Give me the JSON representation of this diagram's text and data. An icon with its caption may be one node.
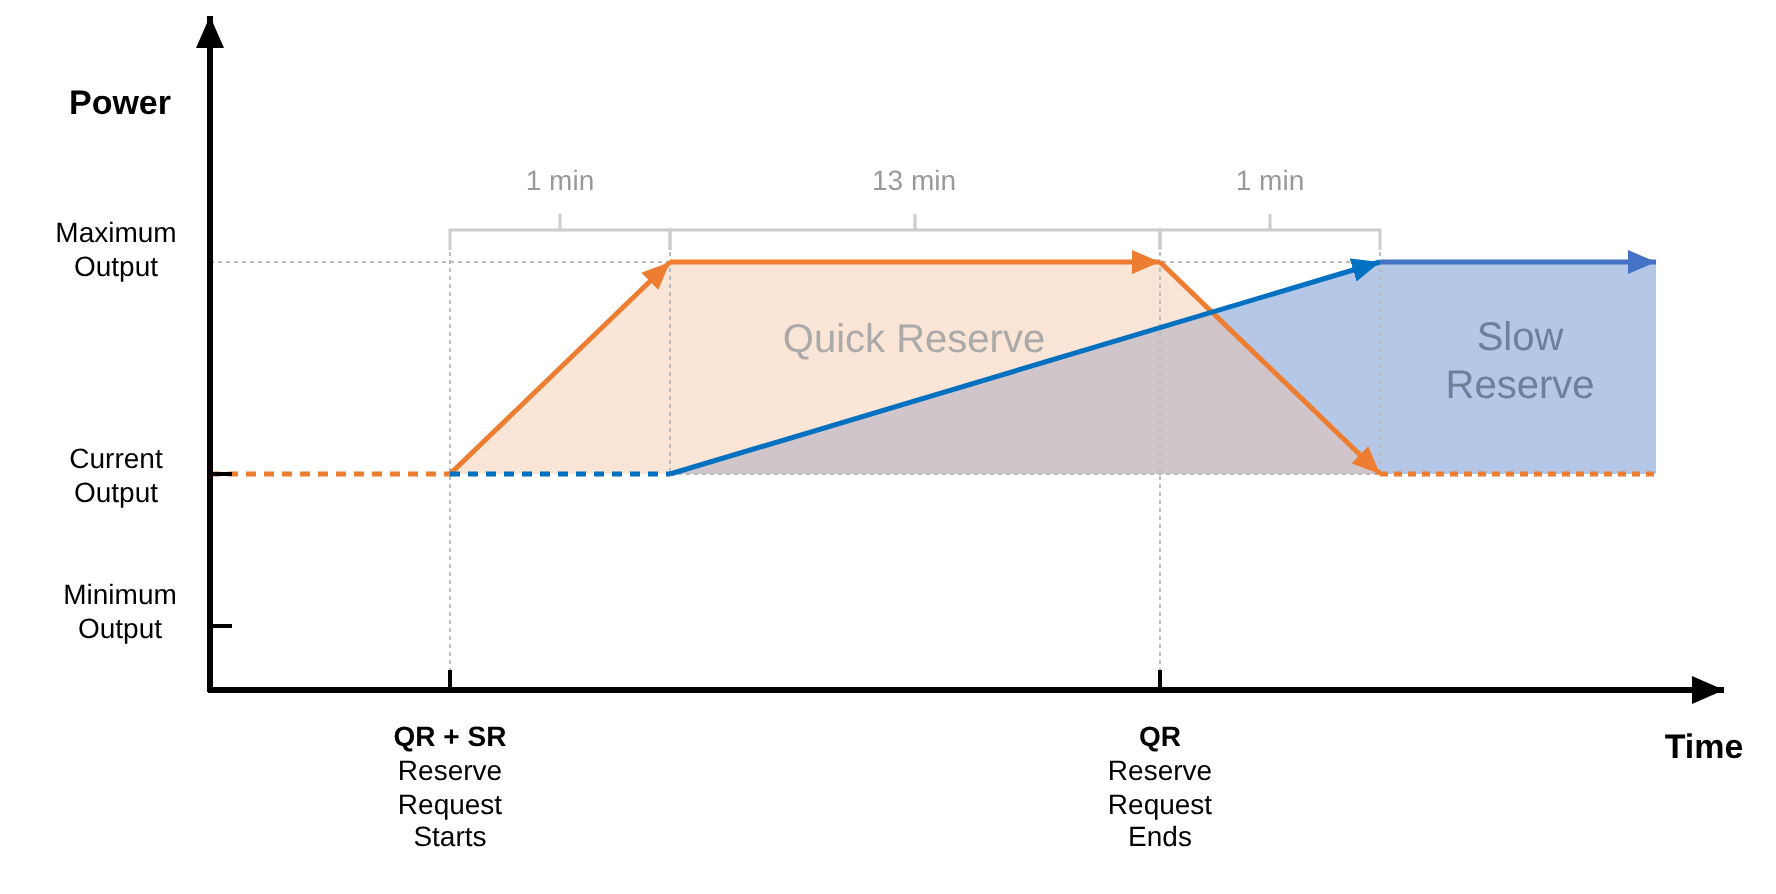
{
  "diagram": {
    "labels": [
      "Power",
      "1 min",
      "13 min",
      "1 min",
      "Maximum Output",
      "Quick Reserve",
      "Slow Reserve",
      "Current Output",
      "Minimum Output",
      "**QR + SR** Reserve Request Starts",
      "**QR** Reserve Request Ends",
      "Time"
    ]
  }
}
